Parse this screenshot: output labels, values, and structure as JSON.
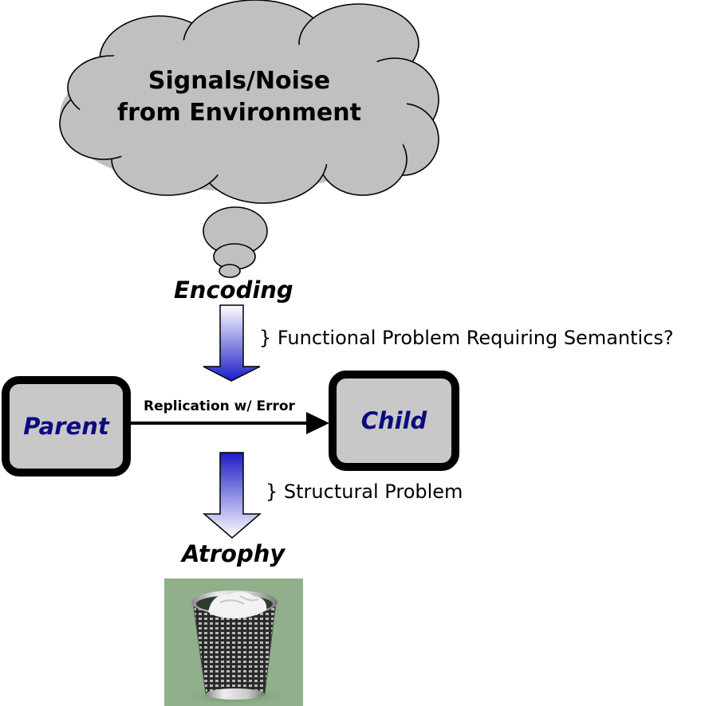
{
  "cloud": {
    "line1": "Signals/Noise",
    "line2": "from Environment",
    "fill_color": "#c0c0c0"
  },
  "stages": {
    "encoding_label": "Encoding",
    "atrophy_label": "Atrophy"
  },
  "notes": {
    "functional": "} Functional Problem Requiring Semantics?",
    "structural": "} Structural Problem"
  },
  "nodes": {
    "parent": "Parent",
    "child": "Child",
    "box_fill": "#c8c8c8",
    "text_color": "#0b0b80"
  },
  "edges": {
    "replication": "Replication w/ Error"
  },
  "arrows": {
    "gradient_dark": "#1c1cc8",
    "gradient_light": "#ffffff"
  },
  "image": {
    "icon": "trash-can-icon",
    "background_color": "#8fb08a"
  }
}
